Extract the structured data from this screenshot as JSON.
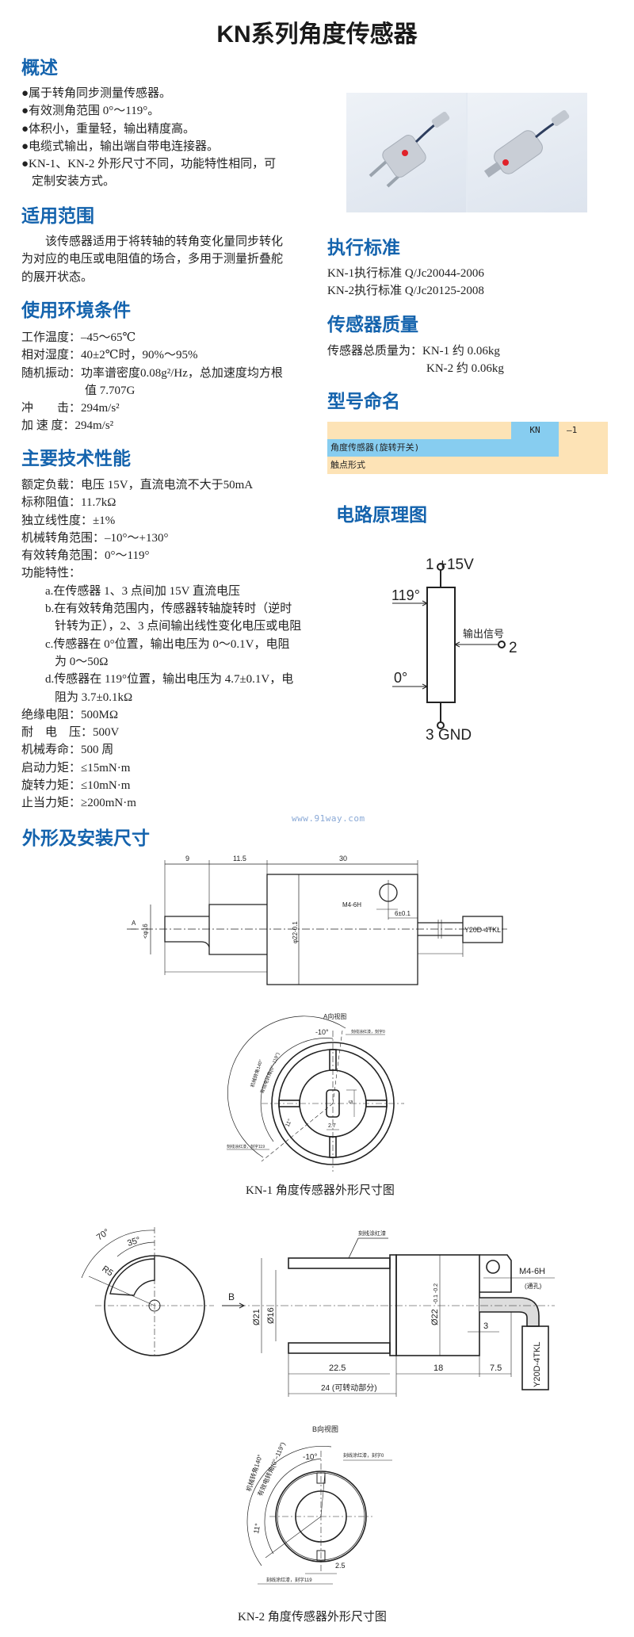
{
  "title": "KN系列角度传感器",
  "overview": {
    "heading": "概述",
    "lines": [
      "●属于转角同步测量传感器。",
      "●有效测角范围 0°～119°。",
      "●体积小，重量轻，输出精度高。",
      "●电缆式输出，输出端自带电连接器。",
      "●KN-1、KN-2 外形尺寸不同，功能特性相同，可",
      "定制安装方式。"
    ]
  },
  "scope": {
    "heading": "适用范围",
    "lines": [
      "该传感器适用于将转轴的转角变化量同步转化",
      "为对应的电压或电阻值的场合，多用于测量折叠舵",
      "的展开状态。"
    ]
  },
  "environment": {
    "heading": "使用环境条件",
    "lines": [
      "工作温度：–45～65℃",
      "相对湿度：40±2℃时，90%～95%",
      "随机振动：功率谱密度0.08g²/Hz，总加速度均方根",
      "值 7.707G",
      "冲　　击：294m/s²",
      "加 速 度：294m/s²"
    ]
  },
  "performance": {
    "heading": "主要技术性能",
    "lines": [
      "额定负载：电压 15V，直流电流不大于50mA",
      "标称阻值：11.7kΩ",
      "独立线性度：±1%",
      "机械转角范围：–10°～+130°",
      "有效转角范围：0°～119°",
      "功能特性：",
      "a.在传感器 1、3 点间加 15V 直流电压",
      "b.在有效转角范围内，传感器转轴旋转时（逆时",
      "针转为正），2、3 点间输出线性变化电压或电阻",
      "c.传感器在 0°位置，输出电压为 0～0.1V，电阻",
      "为 0～50Ω",
      "d.传感器在 119°位置，输出电压为 4.7±0.1V，电",
      "阻为 3.7±0.1kΩ",
      "绝缘电阻：500MΩ",
      "耐　电　压：500V",
      "机械寿命：500 周",
      "启动力矩：≤15mN·m",
      "旋转力矩：≤10mN·m",
      "止当力矩：≥200mN·m"
    ]
  },
  "standard": {
    "heading": "执行标准",
    "lines": [
      "KN-1执行标准 Q/Jc20044-2006",
      "KN-2执行标准 Q/Jc20125-2008"
    ]
  },
  "mass": {
    "heading": "传感器质量",
    "label": "传感器总质量为：",
    "kn1": "KN-1 约 0.06kg",
    "kn2": "KN-2 约 0.06kg"
  },
  "naming": {
    "heading": "型号命名",
    "code_kn": "KN",
    "code_suffix": "–1",
    "row_type": "角度传感器(旋转开关)",
    "row_contact": "触点形式"
  },
  "circuit": {
    "heading": "电路原理图",
    "pin1": "1 +15V",
    "pin2": "2",
    "pin3": "3 GND",
    "angle_max": "119°",
    "angle_min": "0°",
    "output": "输出信号"
  },
  "watermark": "www.91way.com",
  "dimensions": {
    "heading": "外形及安装尺寸",
    "kn1": {
      "d9": "9",
      "d11_5": "11.5",
      "d30": "30",
      "thread": "M4-6H",
      "offset": "6±0.1",
      "connector": "Y20D-4TKL",
      "arrow_a": "A",
      "shaft_dia": "<φ16",
      "body_dia": "φ22-0.1",
      "view_title": "A向视图",
      "neg10": "-10°",
      "mech_angle": "机械转角140°",
      "elec_angle": "有效电转角(0°~119°)",
      "a11": "11°",
      "slot_h": "5",
      "slot_w": "2.7",
      "mark0": "刻线涂红漆，刻字0",
      "mark119": "刻线涂红漆，刻字119",
      "caption": "KN-1 角度传感器外形尺寸图"
    },
    "kn2": {
      "a70": "70°",
      "a35": "35°",
      "r5": "R5",
      "arrow_b": "B",
      "d21": "Ø21",
      "d16": "Ø16",
      "d22": "Ø22",
      "tol": "-0.1 -0.2",
      "thread": "M4-6H",
      "through": "(通孔)",
      "d3": "3",
      "d22_5": "22.5",
      "d18": "18",
      "d7_5": "7.5",
      "d24": "24 (可转动部分)",
      "connector": "Y20D-4TKL",
      "red_mark": "刻线涂红漆",
      "view_title": "B向视图",
      "neg10": "-10°",
      "mech_angle": "机械转角140°",
      "elec_angle": "有效电转角(0°~119°)",
      "a11": "11°",
      "slot_w": "2.5",
      "mark0": "刻线涂红漆，刻字0",
      "mark119": "刻线涂红漆，刻字119",
      "caption": "KN-2 角度传感器外形尺寸图"
    }
  },
  "colors": {
    "heading": "#1463ad",
    "table_cream": "#fde3b6",
    "table_blue": "#87cdf0"
  }
}
